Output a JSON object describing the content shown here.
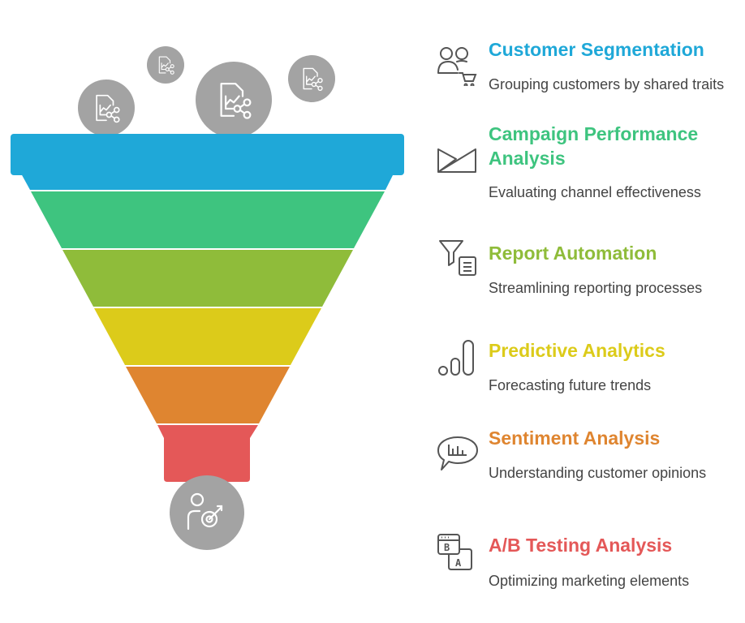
{
  "colors": {
    "blue": "#1fa8d8",
    "green": "#3ec47f",
    "lime": "#8fbc3a",
    "yellow": "#dccb1a",
    "orange": "#df8530",
    "red": "#e45858",
    "gray": "#a3a3a3",
    "icon": "#555555"
  },
  "items": [
    {
      "title": "Customer Segmentation",
      "desc": "Grouping customers by shared traits",
      "color": "#1fa8d8",
      "icon": "users-cart-icon"
    },
    {
      "title": "Campaign Performance Analysis",
      "desc": "Evaluating channel effectiveness",
      "color": "#3ec47f",
      "icon": "paper-plane-icon"
    },
    {
      "title": "Report Automation",
      "desc": "Streamlining reporting processes",
      "color": "#8fbc3a",
      "icon": "filter-document-icon"
    },
    {
      "title": "Predictive Analytics",
      "desc": "Forecasting future trends",
      "color": "#dccb1a",
      "icon": "bar-growth-icon"
    },
    {
      "title": "Sentiment Analysis",
      "desc": "Understanding customer opinions",
      "color": "#df8530",
      "icon": "speech-chart-icon"
    },
    {
      "title": "A/B Testing Analysis",
      "desc": "Optimizing marketing elements",
      "color": "#e45858",
      "icon": "ab-test-icon"
    }
  ]
}
